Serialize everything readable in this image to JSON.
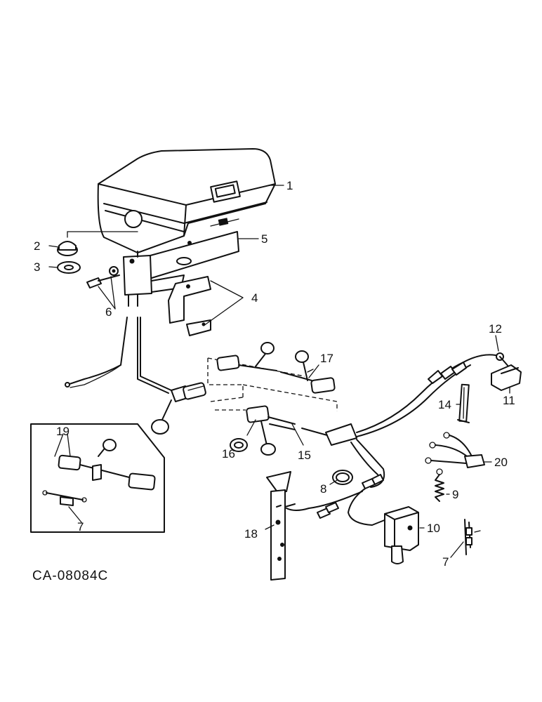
{
  "diagram": {
    "code": "CA-08084C",
    "callouts": [
      "1",
      "2",
      "3",
      "4",
      "5",
      "6",
      "7",
      "8",
      "9",
      "10",
      "11",
      "12",
      "14",
      "15",
      "16",
      "17",
      "18",
      "19",
      "20"
    ],
    "labels": {
      "l1": "1",
      "l2": "2",
      "l3": "3",
      "l4": "4",
      "l5": "5",
      "l6": "6",
      "l7a": "7",
      "l7b": "7",
      "l8": "8",
      "l9": "9",
      "l10": "10",
      "l11": "11",
      "l12": "12",
      "l14": "14",
      "l15": "15",
      "l16": "16",
      "l17": "17",
      "l18": "18",
      "l19": "19",
      "l20": "20"
    }
  }
}
